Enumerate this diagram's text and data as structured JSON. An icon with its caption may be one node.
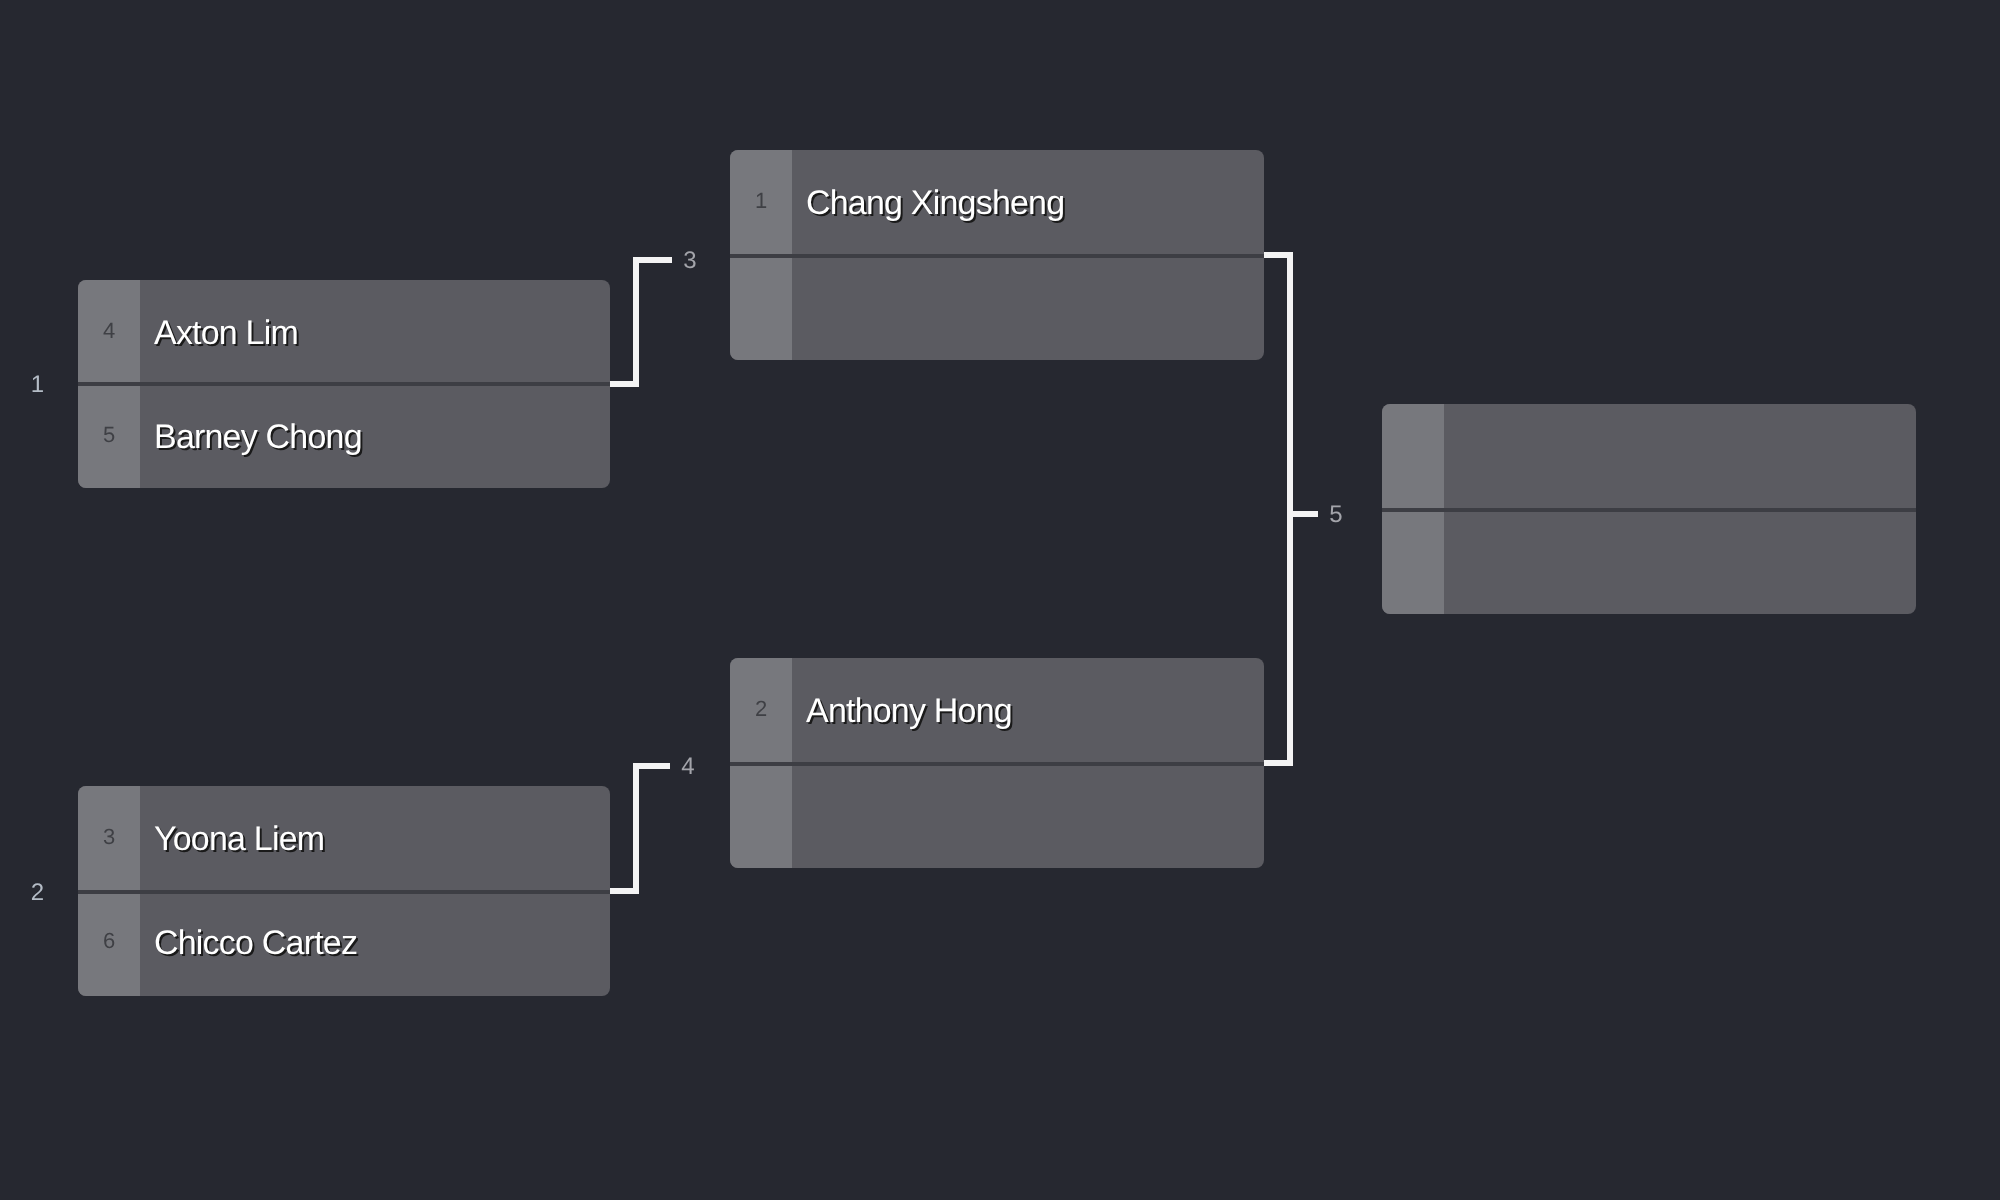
{
  "diagram": {
    "nodes": [
      {
        "text": [
          "4",
          "Axton Lim",
          "5",
          "Barney Chong"
        ],
        "beside": [
          "1"
        ]
      },
      {
        "text": [
          "3",
          "Yoona Liem",
          "6",
          "Chicco Cartez"
        ],
        "beside": [
          "2"
        ]
      },
      {
        "text": [
          "3"
        ]
      },
      {
        "text": [
          "4"
        ]
      },
      {
        "text": [
          "1",
          "Chang Xingsheng"
        ]
      },
      {
        "text": [
          "2",
          "Anthony Hong"
        ]
      },
      {
        "text": [
          "5"
        ]
      },
      {
        "text": [],
        "shape": "box"
      }
    ],
    "edges": [
      {
        "from": 0,
        "to": 2,
        "arrow": "none"
      },
      {
        "from": 1,
        "to": 3,
        "arrow": "none"
      },
      {
        "from": 4,
        "to": 6,
        "arrow": "none"
      },
      {
        "from": 5,
        "to": 6,
        "arrow": "none"
      }
    ]
  }
}
